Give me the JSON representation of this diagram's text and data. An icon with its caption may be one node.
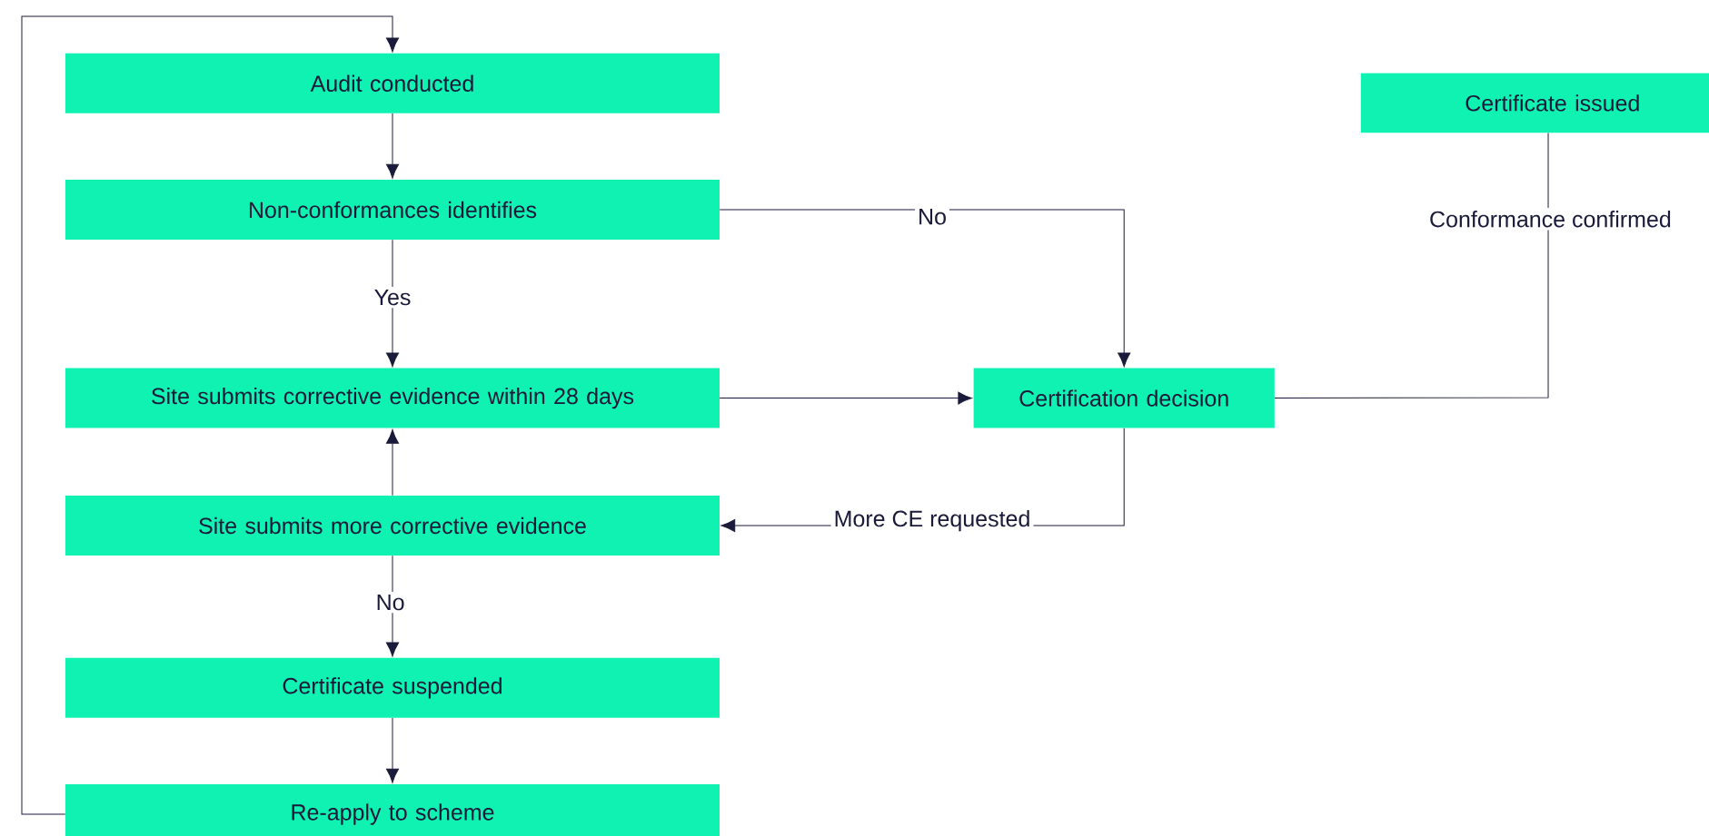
{
  "diagram": {
    "nodes": [
      {
        "text": [
          "Audit conducted"
        ]
      },
      {
        "text": [
          "Non-conformances identifies"
        ]
      },
      {
        "text": [
          "Site submits corrective evidence within 28 days"
        ]
      },
      {
        "text": [
          "Site submits more corrective evidence"
        ]
      },
      {
        "text": [
          "Certificate suspended"
        ]
      },
      {
        "text": [
          "Re-apply to scheme"
        ]
      },
      {
        "text": [
          "Certification decision"
        ]
      },
      {
        "text": [
          "Certificate issued"
        ]
      }
    ],
    "edges": [
      {
        "from": 0,
        "to": 1,
        "arrow": "to"
      },
      {
        "from": 1,
        "to": 2,
        "arrow": "to",
        "label": "Yes"
      },
      {
        "from": 1,
        "to": 6,
        "arrow": "to",
        "label": "No"
      },
      {
        "from": 2,
        "to": 6,
        "arrow": "to"
      },
      {
        "from": 6,
        "to": 3,
        "arrow": "to",
        "label": "More CE requested"
      },
      {
        "from": 3,
        "to": 2,
        "arrow": "to"
      },
      {
        "from": 3,
        "to": 4,
        "arrow": "to",
        "label": "No"
      },
      {
        "from": 4,
        "to": 5,
        "arrow": "to"
      },
      {
        "from": 5,
        "to": 0,
        "arrow": "to"
      },
      {
        "from": 6,
        "to": 7,
        "arrow": "none",
        "label": "Conformance confirmed"
      }
    ]
  }
}
